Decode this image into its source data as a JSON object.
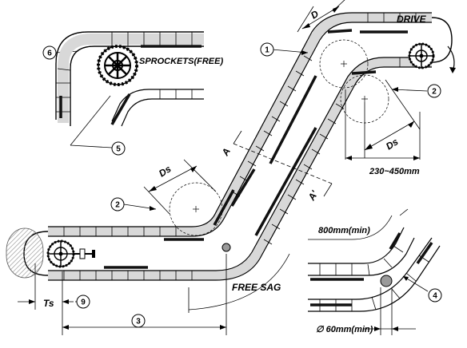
{
  "labels": {
    "drive": "DRIVE",
    "sprockets_free": "SPROCKETS(FREE)",
    "free_sag": "FREE SAG",
    "range": "230~450mm",
    "min_radius": "800mm(min)",
    "roller_diameter": "∅ 60mm(min)",
    "dim_d": "D",
    "dim_ds_top": "Ds",
    "dim_ds_left": "Ds",
    "dim_ts": "Ts",
    "section_a1": "A",
    "section_a2": "A'"
  },
  "callouts": [
    "1",
    "2",
    "2",
    "3",
    "4",
    "5",
    "6",
    "9"
  ],
  "colors": {
    "line": "#000000",
    "chain_fill": "#e4e4e4",
    "guide": "#111111",
    "sag_roller": "#9a9a9a",
    "tension_hatch": "#bdbdbd"
  }
}
